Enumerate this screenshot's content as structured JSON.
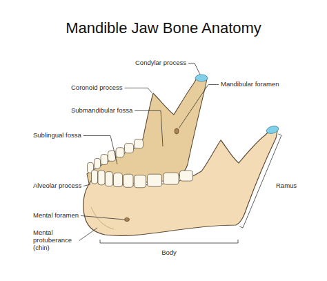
{
  "diagram": {
    "title": "Mandible Jaw Bone Anatomy",
    "labels": [
      "Condylar process",
      "Coronoid process",
      "Submandibular fossa",
      "Sublingual fossa",
      "Alveolar process",
      "Mental foramen",
      "Mental protuberance (chin)",
      "Mandibular foramen",
      "Ramus",
      "Body"
    ]
  }
}
